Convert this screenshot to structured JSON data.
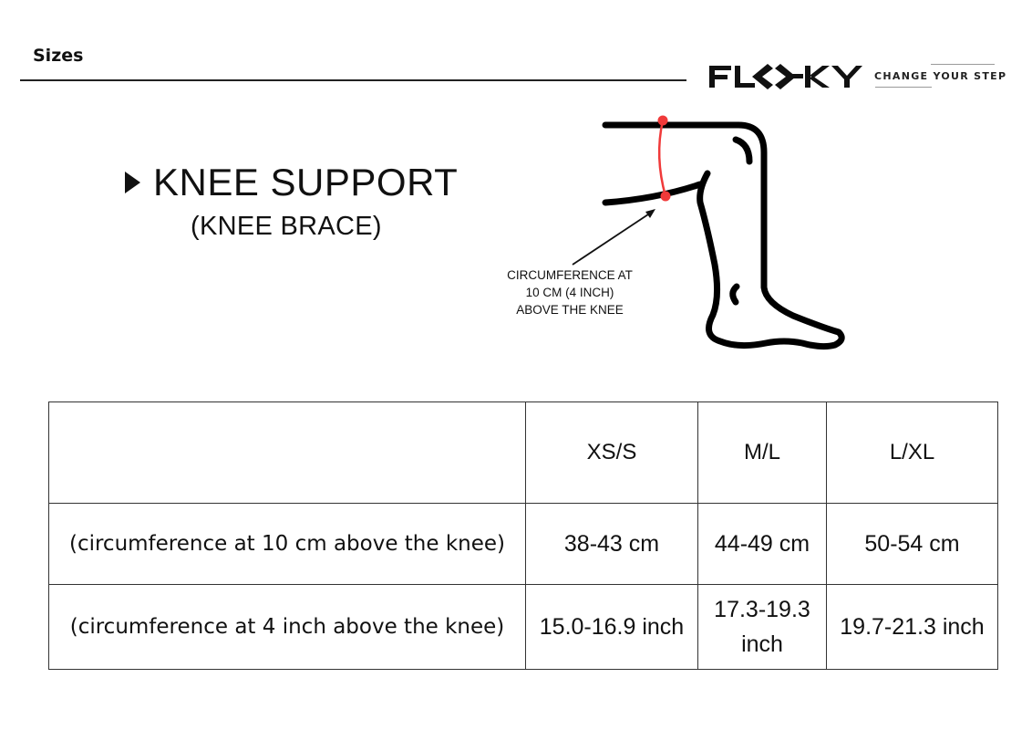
{
  "header": {
    "section_label": "Sizes",
    "brand": {
      "logo_text": "FLOKY",
      "tagline": "CHANGE YOUR STEP"
    }
  },
  "product": {
    "title": "KNEE SUPPORT",
    "subtitle": "(KNEE BRACE)",
    "title_marker_icon": "play-triangle-icon"
  },
  "diagram": {
    "callout_lines": [
      "CIRCUMFERENCE AT",
      "10 CM (4 INCH)",
      "ABOVE THE KNEE"
    ],
    "measure_line_color": "#f03a3a",
    "outline_color": "#000000"
  },
  "size_table": {
    "columns": [
      "",
      "XS/S",
      "M/L",
      "L/XL"
    ],
    "rows": [
      {
        "label": "(circumference at 10 cm above the knee)",
        "values": [
          "38-43 cm",
          "44-49 cm",
          "50-54 cm"
        ]
      },
      {
        "label": "(circumference at 4 inch above the knee)",
        "values": [
          "15.0-16.9 inch",
          "17.3-19.3 inch",
          "19.7-21.3 inch"
        ]
      }
    ]
  }
}
